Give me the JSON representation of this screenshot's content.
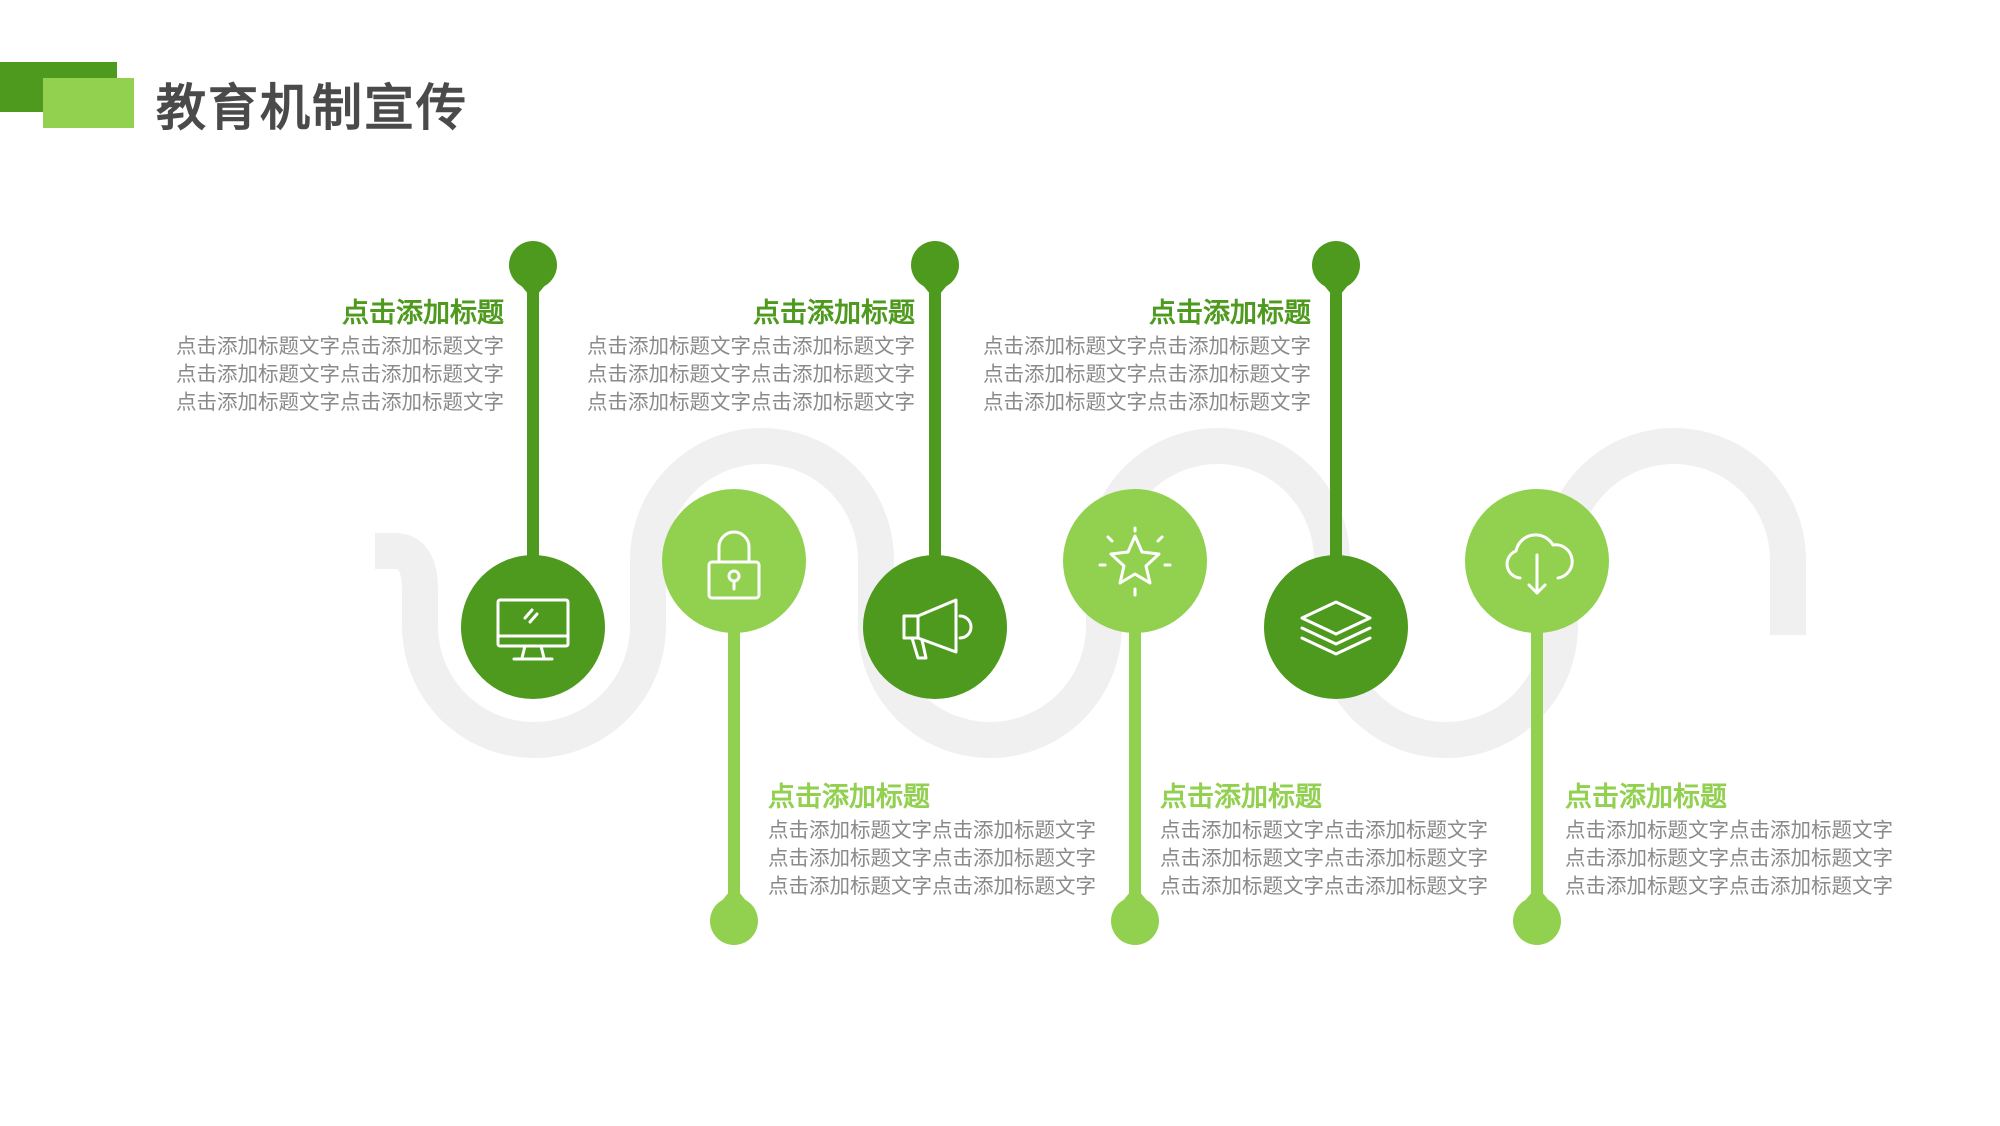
{
  "title": "教育机制宣传",
  "colors": {
    "dark_green": "#4e9a1e",
    "light_green": "#92d050",
    "track_gray": "#f0f0f0",
    "body_text": "#8a8a8a",
    "title_text": "#4a4a4a"
  },
  "items": [
    {
      "icon": "monitor-icon",
      "tone": "dark",
      "heading": "点击添加标题",
      "body": "点击添加标题文字点击添加标题文字点击添加标题文字点击添加标题文字点击添加标题文字点击添加标题文字"
    },
    {
      "icon": "padlock-icon",
      "tone": "light",
      "heading": "点击添加标题",
      "body": "点击添加标题文字点击添加标题文字点击添加标题文字点击添加标题文字点击添加标题文字点击添加标题文字"
    },
    {
      "icon": "megaphone-icon",
      "tone": "dark",
      "heading": "点击添加标题",
      "body": "点击添加标题文字点击添加标题文字点击添加标题文字点击添加标题文字点击添加标题文字点击添加标题文字"
    },
    {
      "icon": "star-icon",
      "tone": "light",
      "heading": "点击添加标题",
      "body": "点击添加标题文字点击添加标题文字点击添加标题文字点击添加标题文字点击添加标题文字点击添加标题文字"
    },
    {
      "icon": "layers-icon",
      "tone": "dark",
      "heading": "点击添加标题",
      "body": "点击添加标题文字点击添加标题文字点击添加标题文字点击添加标题文字点击添加标题文字点击添加标题文字"
    },
    {
      "icon": "cloud-download-icon",
      "tone": "light",
      "heading": "点击添加标题",
      "body": "点击添加标题文字点击添加标题文字点击添加标题文字点击添加标题文字点击添加标题文字点击添加标题文字"
    }
  ]
}
